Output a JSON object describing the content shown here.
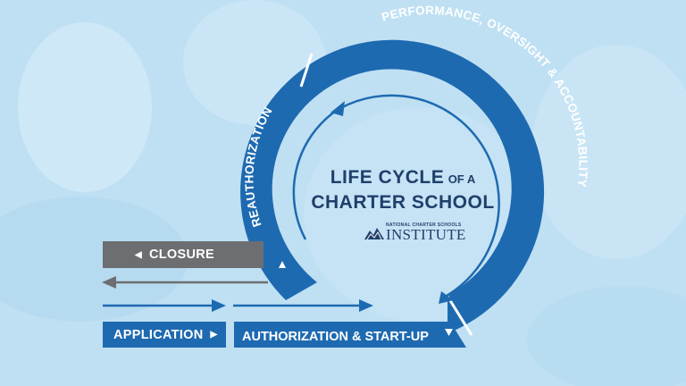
{
  "diagram": {
    "title_line1": "LIFE CYCLE",
    "title_of_a": "OF A",
    "title_line2": "CHARTER SCHOOL"
  },
  "logo": {
    "line1": "NATIONAL CHARTER SCHOOLS",
    "line2": "INSTITUTE"
  },
  "stages": {
    "closure": "CLOSURE",
    "application": "APPLICATION",
    "authorization": "AUTHORIZATION & START-UP",
    "performance": "PERFORMANCE, OVERSIGHT & ACCOUNTABILITY",
    "reauthorization": "REAUTHORIZATION"
  },
  "colors": {
    "background": "#bfe0f3",
    "primary_blue": "#1e6ab1",
    "closure_gray": "#6d6e71",
    "title_navy": "#1f3f6b",
    "white": "#ffffff"
  },
  "icons": {
    "arrow_left": "left-arrow",
    "arrow_right": "right-arrow",
    "triangle_right": "triangle-right",
    "triangle_left": "triangle-left",
    "triangle_down": "triangle-down",
    "triangle_up": "triangle-up"
  }
}
